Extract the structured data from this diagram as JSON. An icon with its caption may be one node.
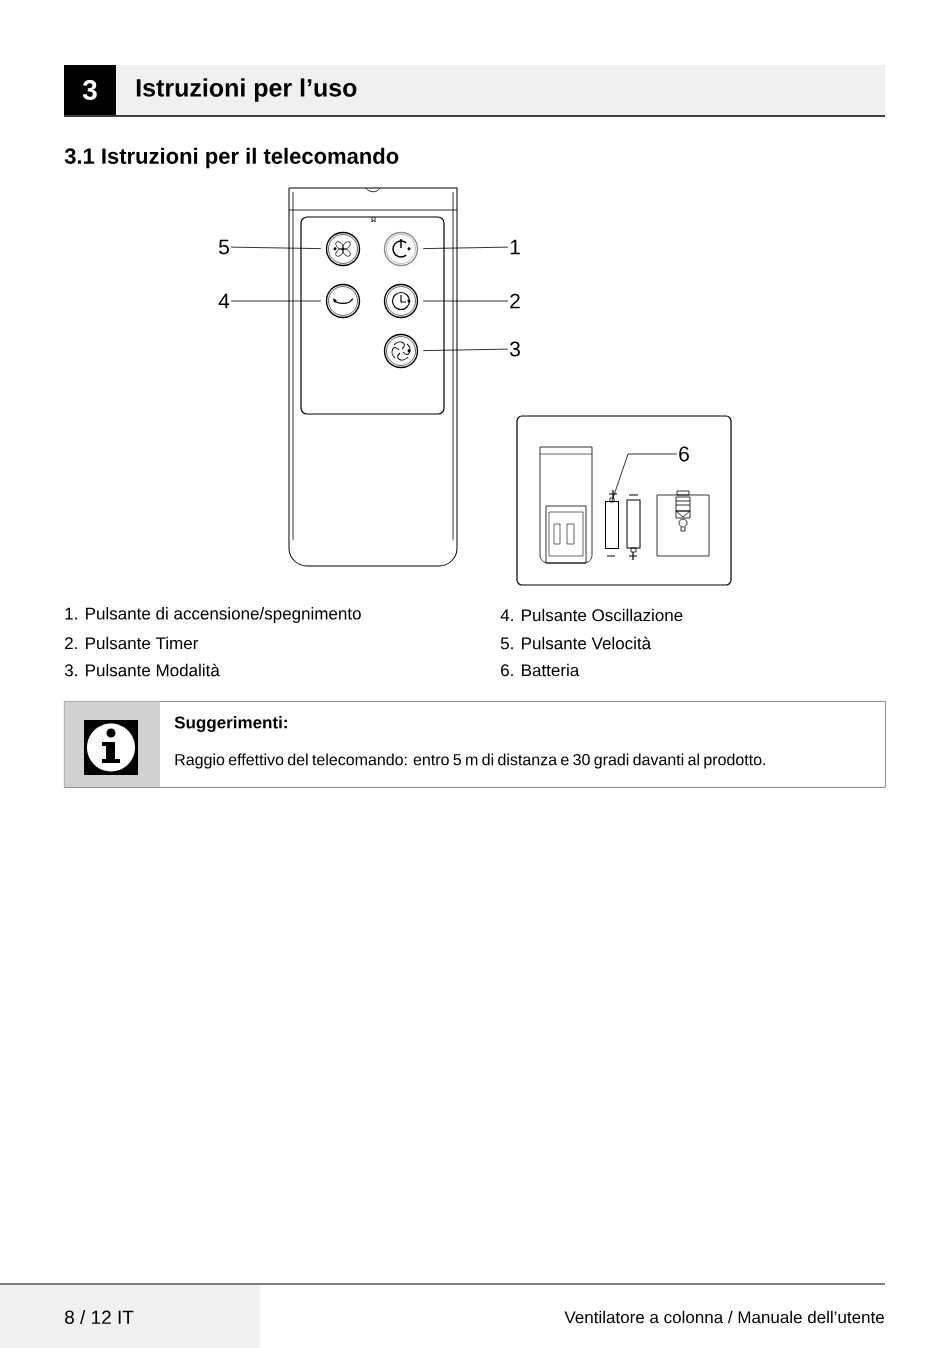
{
  "diagram": {
    "title": "Istruzioni per l’uso",
    "nodes": [
      {
        "text": [
          "3"
        ]
      },
      {
        "text": [
          "5"
        ]
      },
      {
        "text": [],
        "shape": "circle"
      },
      {
        "text": [],
        "shape": "circle"
      },
      {
        "text": [
          "1"
        ]
      },
      {
        "text": [
          "4"
        ]
      },
      {
        "text": [],
        "shape": "circle"
      },
      {
        "text": [],
        "shape": "circle"
      },
      {
        "text": [
          "2"
        ]
      },
      {
        "text": [],
        "shape": "circle"
      },
      {
        "text": [
          "3"
        ]
      },
      {
        "text": [
          "6"
        ]
      },
      {
        "text": [],
        "shape": "battery"
      },
      {
        "text": [
          "Suggerimenti:",
          "Raggio effettivo del telecomando: entro 5 m di distanza e 30 gradi davanti al prodotto."
        ]
      }
    ],
    "edges": [
      {
        "from": 1,
        "to": 2,
        "arrow": "none"
      },
      {
        "from": 4,
        "to": 3,
        "arrow": "none"
      },
      {
        "from": 5,
        "to": 6,
        "arrow": "none"
      },
      {
        "from": 8,
        "to": 7,
        "arrow": "none"
      },
      {
        "from": 10,
        "to": 9,
        "arrow": "none"
      },
      {
        "from": 11,
        "to": 12,
        "arrow": "none"
      }
    ],
    "labels": [
      "3.1 Istruzioni per il telecomando",
      "1. Pulsante di accensione/spegnimento",
      "2. Pulsante Timer",
      "3. Pulsante Modalità",
      "4. Pulsante Oscillazione",
      "5. Pulsante Velocità",
      "6. Batteria",
      "8 / 12 IT",
      "Ventilatore a colonna / Manuale dell’utente"
    ]
  }
}
